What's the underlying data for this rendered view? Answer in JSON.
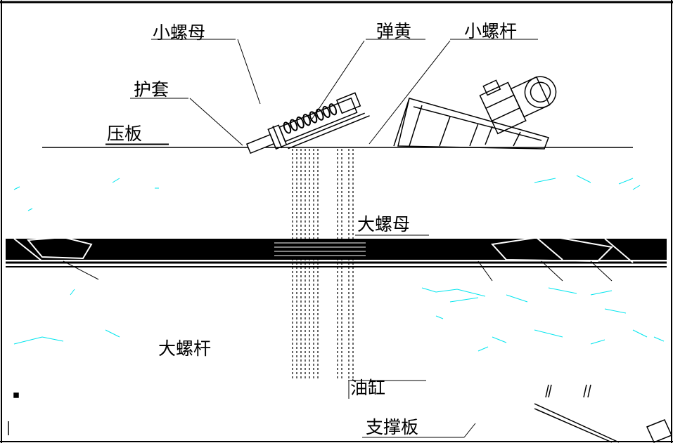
{
  "labels": {
    "small_nut": "小螺母",
    "spring": "弹黄",
    "small_screw": "小螺杆",
    "sleeve": "护套",
    "press_plate": "压板",
    "big_nut": "大螺母",
    "big_screw": "大螺杆",
    "oil_cylinder": "油缸",
    "support_plate": "支撑板"
  },
  "colors": {
    "line": "#000000",
    "noise": "#00e5ee",
    "background": "#ffffff"
  }
}
